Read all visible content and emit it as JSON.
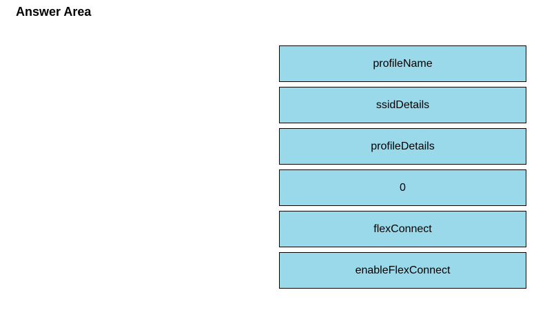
{
  "header": {
    "title": "Answer Area"
  },
  "colors": {
    "option_fill": "#99d9ea"
  },
  "options": [
    {
      "label": "profileName"
    },
    {
      "label": "ssidDetails"
    },
    {
      "label": "profileDetails"
    },
    {
      "label": "0"
    },
    {
      "label": "flexConnect"
    },
    {
      "label": "enableFlexConnect"
    }
  ]
}
